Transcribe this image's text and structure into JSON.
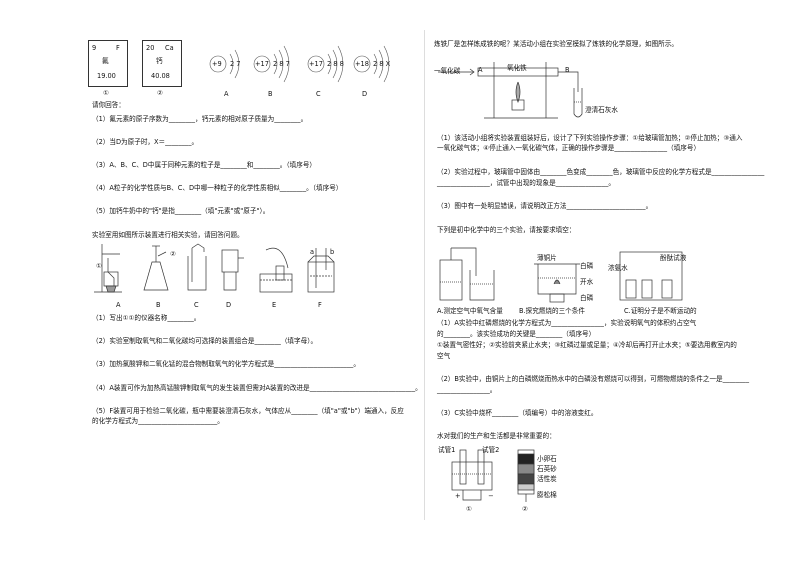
{
  "left": {
    "element_cards": [
      {
        "number": "9",
        "symbol": "F",
        "name": "氟",
        "mass": "19.00",
        "index": "①"
      },
      {
        "number": "20",
        "symbol": "Ca",
        "name": "钙",
        "mass": "40.08",
        "index": "②"
      }
    ],
    "atoms": [
      {
        "nucleus": "+9",
        "shells": "2 7",
        "letter": "A"
      },
      {
        "nucleus": "+17",
        "shells": "2 8 7",
        "letter": "B"
      },
      {
        "nucleus": "+17",
        "shells": "2 8 8",
        "letter": "C"
      },
      {
        "nucleus": "+18",
        "shells": "2 8 X",
        "letter": "D"
      }
    ],
    "answer_prompt": "请你回答：",
    "q1": "（1）氟元素的原子序数为________，钙元素的相对原子质量为________。",
    "q2": "（2）当D为原子时，X＝________。",
    "q3": "（3）A、B、C、D中属于同种元素的粒子是________和________。（填序号）",
    "q4": "（4）A粒子的化学性质与B、C、D中哪一种粒子的化学性质相似________。（填序号）",
    "q5": "（5）加钙牛奶中的\"钙\"是指________（填\"元素\"或\"原子\"）。",
    "lab_intro": "实验室用如图所示装置进行相关实验，请回答问题。",
    "apparatus": [
      {
        "letter": "A",
        "circled": "①"
      },
      {
        "letter": "B",
        "circled": "②"
      },
      {
        "letter": "C",
        "circled": ""
      },
      {
        "letter": "D",
        "circled": ""
      },
      {
        "letter": "E",
        "circled": ""
      },
      {
        "letter": "F",
        "circled": ""
      }
    ],
    "a_vents_label": "a",
    "b_vents_label": "b",
    "lq1": "（1）写出①①的仪器名称________。",
    "lq2": "（2）实验室制取氧气和二氧化碳均可选择的装置组合是________（填字母）。",
    "lq3": "（3）加热氯酸钾和二氧化锰的混合物制取氧气的化学方程式是________________________。",
    "lq4": "（4）A装置可作为加热高锰酸钾制取氧气的发生装置但需对A装置的改进是________________________________。",
    "lq5a": "（5）F装置可用于检验二氧化碳，瓶中需要装澄清石灰水，气体应从________（填\"a\"或\"b\"）端通入，反应",
    "lq5b": "的化学方程式为________________________。"
  },
  "right": {
    "intro": "炼铁厂是怎样炼成铁的呢？某活动小组在实验室模拟了炼铁的化学原理，如图所示。",
    "furnace_labels": {
      "co": "一氧化碳",
      "fe2o3": "氧化铁",
      "limewater": "澄清石灰水",
      "marks": [
        "A",
        "B"
      ]
    },
    "r1a": "（1）该活动小组将实验装置组装好后，设计了下列实验操作步骤：①给玻璃管加热；②停止加热；③通入",
    "r1b": "一氧化碳气体；④停止通入一氧化碳气体，正确的操作步骤是________________（填序号）",
    "r2a": "（2）实验过程中，玻璃管中固体由________色变成________色，玻璃管中反应的化学方程式是________________",
    "r2b": "________________，试管中出现的现象是________________。",
    "r3": "（3）图中有一处明显错误，请说明改正方法________________________。",
    "three_intro": "下列是初中化学中的三个实验，请按要求填空：",
    "exp_labels": {
      "copper": "薄铜片",
      "white_p": "白磷",
      "hot_water": "开水",
      "white_p2": "白磷",
      "ammonia": "浓氨水",
      "phenol": "酚酞试液"
    },
    "exp_captions": [
      "A.测定空气中氧气含量",
      "B.探究燃烧的三个条件",
      "C.证明分子是不断运动的"
    ],
    "e1": "（1）A实验中红磷燃烧的化学方程式为________________，实验说明氧气的体积约占空气",
    "e1b": "的________。该实验成功的关键是________（填序号）",
    "e1c": "①装置气密性好；②实验前夹紧止水夹；③红磷过量或足量；④冷却后再打开止水夹；⑤要选用教室内的",
    "e1d": "空气",
    "e2": "（2）B实验中，由铜片上的白磷燃烧而热水中的白磷没有燃烧可以得到，可燃物燃烧的条件之一是________",
    "e2b": "________________。",
    "e3": "（3）C实验中烧杯________（填编号）中的溶液变红。",
    "water_intro": "水对我们的生产和生活都是非常重要的：",
    "water_labels": {
      "tube1": "试管1",
      "tube2": "试管2",
      "pebble": "小卵石",
      "sand": "石英砂",
      "carbon": "活性炭",
      "cotton": "膨松棉",
      "plus": "+",
      "minus": "−"
    },
    "water_marks": [
      "①",
      "②"
    ]
  }
}
